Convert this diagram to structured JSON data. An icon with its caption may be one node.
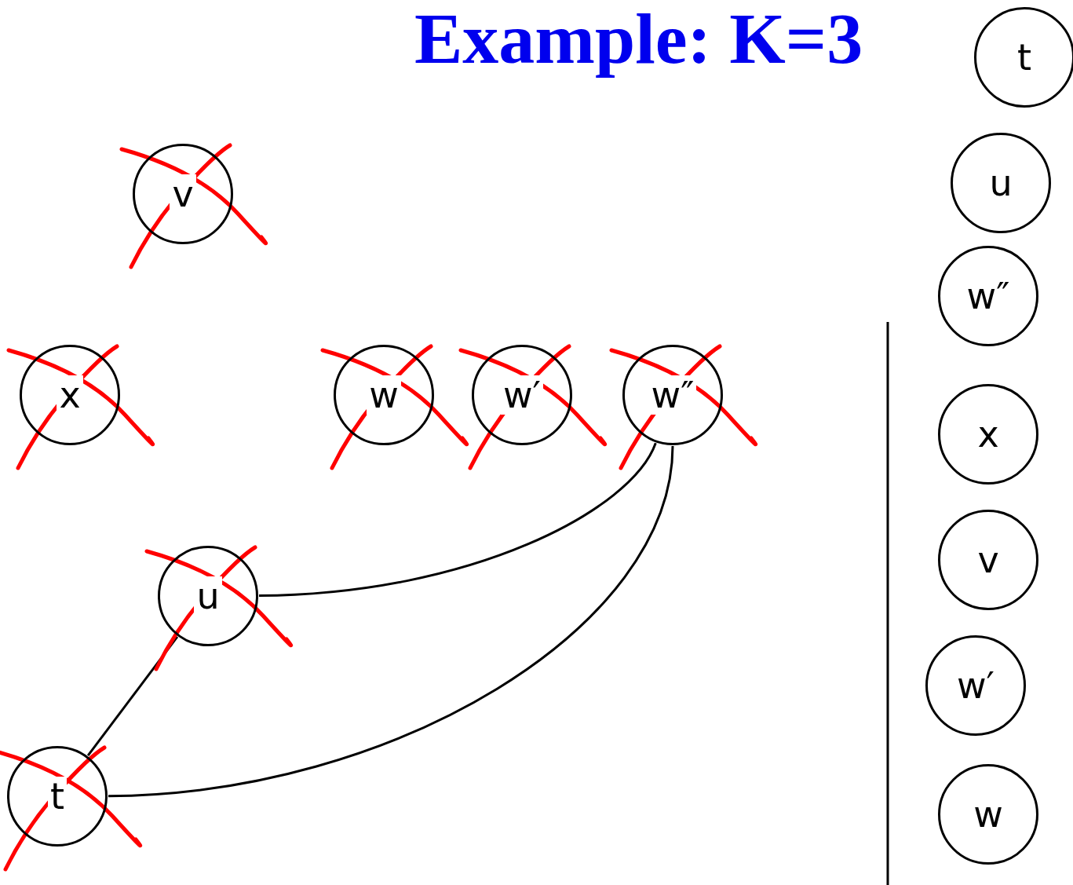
{
  "diagram": {
    "title": "Example: K=3",
    "nodes": [
      {
        "text": [
          "v"
        ]
      },
      {
        "text": [
          "x"
        ]
      },
      {
        "text": [
          "w"
        ]
      },
      {
        "text": [
          "w′"
        ]
      },
      {
        "text": [
          "w″"
        ]
      },
      {
        "text": [
          "u"
        ]
      },
      {
        "text": [
          "t"
        ]
      },
      {
        "text": [
          "t"
        ]
      },
      {
        "text": [
          "u"
        ]
      },
      {
        "text": [
          "w″"
        ]
      },
      {
        "text": [
          "x"
        ]
      },
      {
        "text": [
          "v"
        ]
      },
      {
        "text": [
          "w′"
        ]
      },
      {
        "text": [
          "w"
        ]
      }
    ],
    "edges": [
      {
        "from": 5,
        "to": 4,
        "arrow": "none"
      },
      {
        "from": 6,
        "to": 4,
        "arrow": "none"
      },
      {
        "from": 6,
        "to": 5,
        "arrow": "none"
      }
    ]
  }
}
